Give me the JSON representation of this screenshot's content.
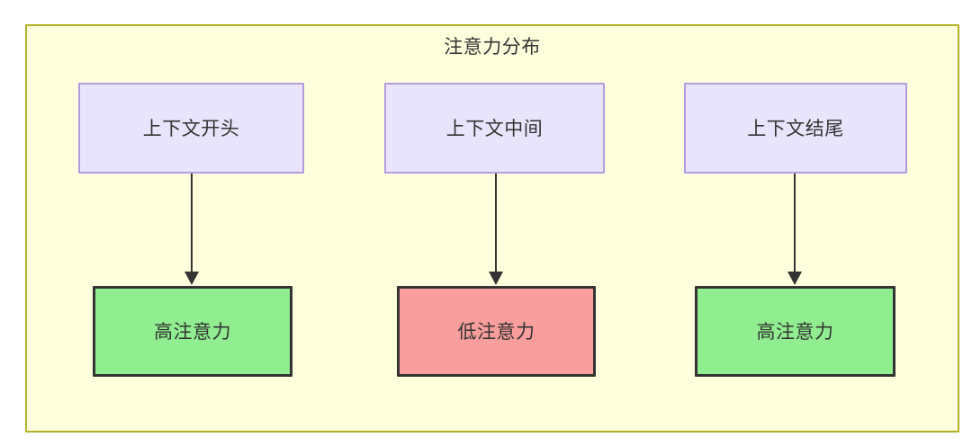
{
  "diagram": {
    "title": "注意力分布",
    "container": {
      "fill": "#ffffde",
      "border_color": "#b2b029"
    },
    "context_nodes": [
      {
        "id": "ctx-start",
        "label": "上下文开头",
        "fill": "#e8e4fb",
        "border_color": "#b49ce0"
      },
      {
        "id": "ctx-middle",
        "label": "上下文中间",
        "fill": "#e8e4fb",
        "border_color": "#b49ce0"
      },
      {
        "id": "ctx-end",
        "label": "上下文结尾",
        "fill": "#e8e4fb",
        "border_color": "#b49ce0"
      }
    ],
    "attention_nodes": [
      {
        "id": "att-high-start",
        "label": "高注意力",
        "fill": "#90ee90",
        "border_color": "#333333"
      },
      {
        "id": "att-low-middle",
        "label": "低注意力",
        "fill": "#fa9d9d",
        "border_color": "#333333"
      },
      {
        "id": "att-high-end",
        "label": "高注意力",
        "fill": "#90ee90",
        "border_color": "#333333"
      }
    ],
    "edges": [
      {
        "from": "ctx-start",
        "to": "att-high-start",
        "label": ""
      },
      {
        "from": "ctx-middle",
        "to": "att-low-middle",
        "label": ""
      },
      {
        "from": "ctx-end",
        "to": "att-high-end",
        "label": ""
      }
    ],
    "edge_color": "#333333"
  }
}
